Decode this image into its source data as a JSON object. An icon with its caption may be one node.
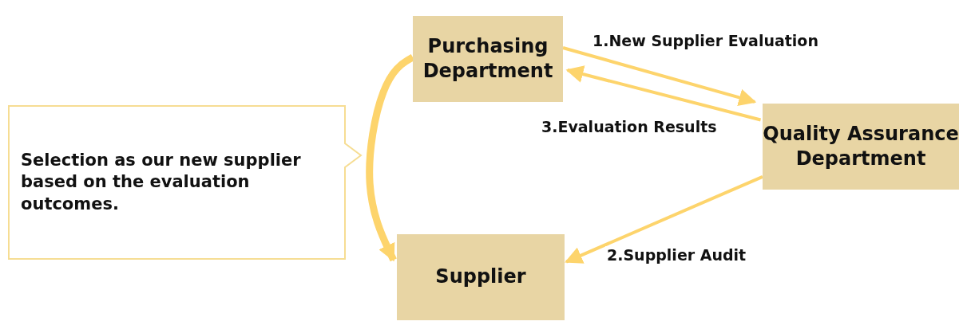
{
  "diagram": {
    "nodes": [
      {
        "text": [
          "Selection as our new supplier based on the evaluation outcomes."
        ]
      },
      {
        "text": [
          "Purchasing Department"
        ]
      },
      {
        "text": [
          "Quality Assurance Department"
        ]
      },
      {
        "text": [
          "Supplier"
        ]
      }
    ],
    "edges": [
      {
        "from": 1,
        "to": 2,
        "arrow": "to",
        "label": "1.New Supplier Evaluation"
      },
      {
        "from": 2,
        "to": 1,
        "arrow": "to",
        "label": "3.Evaluation Results"
      },
      {
        "from": 2,
        "to": 3,
        "arrow": "to",
        "label": "2.Supplier Audit"
      },
      {
        "from": 1,
        "to": 3,
        "arrow": "to",
        "style": "thick"
      }
    ]
  }
}
